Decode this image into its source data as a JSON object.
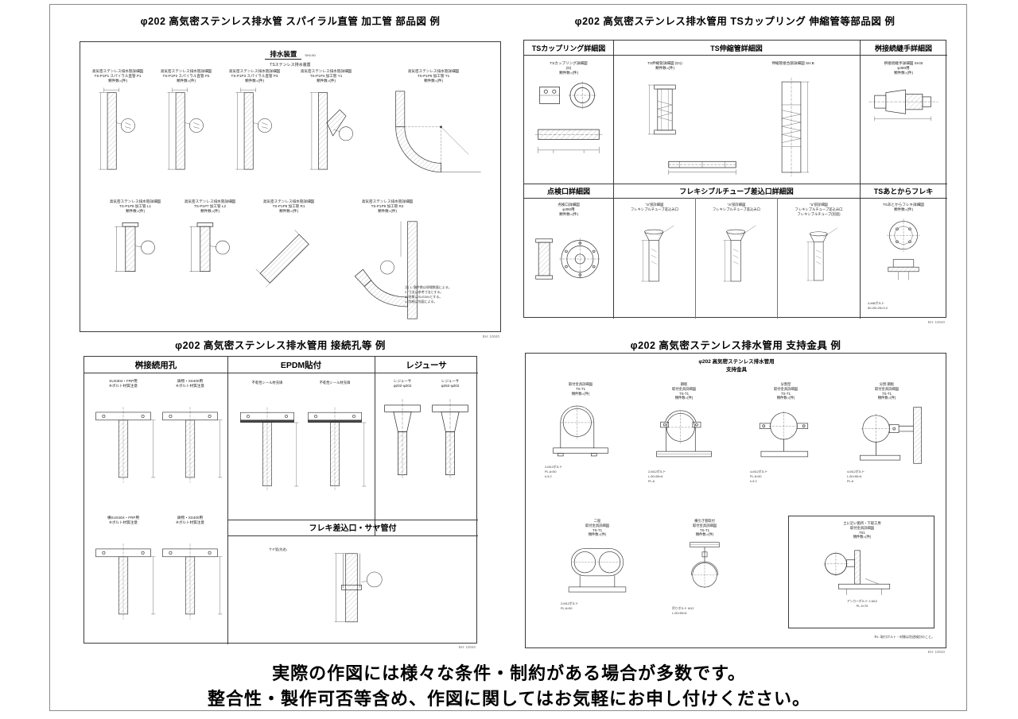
{
  "footer": {
    "line1": "実際の作図には様々な条件・制約がある場合が多数です。",
    "line2": "整合性・製作可否等含め、作図に関してはお気軽にお申し付けください。"
  },
  "top_left": {
    "title": "φ202 高気密ステンレス排水管 スパイラル直管 加工管 部品図 例",
    "inner_title": "排水装置",
    "inner_scale": "SH1:50",
    "inner_sub": "TSステンレス排水装置",
    "sheet_no": "BH: 10040",
    "figs_row1": [
      {
        "label": "高気密ステンレス排水管詳細図\nTS-P1P1  スパイラル直管 P1\n類件数=(件)"
      },
      {
        "label": "高気密ステンレス排水管詳細図\nTS-P1P2  スパイラル直管 P2\n類件数=(件)"
      },
      {
        "label": "高気密ステンレス排水管詳細図\nTS-P1P3  スパイラル直管 P3\n類件数=(件)"
      },
      {
        "label": "高気密ステンレス排水管詳細図\nTS-P1P4  加工管 Y1\n類件数=(件)"
      },
      {
        "label": "高気密ステンレス排水管詳細図\nTS-P1P5  加工管 T1\n類件数=(件)"
      }
    ],
    "figs_row2": [
      {
        "label": "高気密ステンレス排水管詳細図\nTS-P1P6  加工管 L1\n類件数=(件)"
      },
      {
        "label": "高気密ステンレス排水管詳細図\nTS-P1P7  加工管 L2\n類件数=(件)"
      },
      {
        "label": "高気密ステンレス排水管詳細図\nTS-P1P8  加工管 R1\n類件数=(件)"
      },
      {
        "label": "高気密ステンレス排水管詳細図\nTS-P1P9  加工管 R2\n類件数=(件)"
      }
    ],
    "notes": "注) 1. 類件数は現場数量による。\n2. 寸法は参考寸法とする。\n3. 材質はSUS304とする。\n4. 詳細は別図による。"
  },
  "top_right": {
    "title": "φ202 高気密ステンレス排水管用 TSカップリング 伸縮管等部品図 例",
    "sheet_no": "BH: 10040",
    "headers_row1": [
      "TSカップリング詳細図",
      "TS伸縮管詳細図",
      "桝接続継手詳細図"
    ],
    "headers_row2": [
      "点検口詳細図",
      "フレキシブルチューブ差込口詳細図",
      "TSあとからフレキ"
    ],
    "coupling_label": "TSカップリング詳細図\n(D)\n類件数=(件)",
    "expansion_a_label": "TS伸縮管詳細図 (D1)\n類件数=(件)",
    "expansion_b_label": "伸縮管接合部詳細図  SH:B",
    "masu_joint_label": "桝接続継手詳細図  SH:B\nφ390用\n類件数=(件)",
    "inspection_label": "点検口詳細図\nφ390用\n類件数=(件)",
    "flex_cells": [
      {
        "label": "\"a\"部詳細図\nフレキシブルチューブ差込み口"
      },
      {
        "label": "\"a\"部詳細図\nフレキシブルチューブ差込み口"
      },
      {
        "label": "\"a\"部詳細図\nフレキシブルチューブ差込み口\nフレキシブルチューブ(別途)"
      }
    ],
    "flex_after_label": "TSあとからフレキ詳細図\n類件数=(件)",
    "flex_after_sub": "4-M8ボルト\n50-25×25×3.2"
  },
  "bottom_left": {
    "title": "φ202 高気密ステンレス排水管用 接続孔等 例",
    "sheet_no": "BH: 10040",
    "headers": [
      "桝接続用孔",
      "EPDM貼付",
      "レジューサ"
    ],
    "band_header": "フレキ差込口・サヤ管付",
    "band_note": "サヤ管(別途)",
    "masu_figs": [
      {
        "label": "SUS304・FRP用\n※ボルト材質注意"
      },
      {
        "label": "鋳物・SS400用\n※ボルト材質注意"
      },
      {
        "label": "横SUS304・FRP用\n※ボルト材質注意"
      },
      {
        "label": "鋳物・SS400用\n※ボルト材質注意"
      }
    ],
    "epdm_figs": [
      {
        "label": "不乾性シール材充填"
      },
      {
        "label": "不乾性シール材充填"
      }
    ],
    "reducer_figs": [
      {
        "label": "レジューサ\nφ202-φ202"
      },
      {
        "label": "レジューサ\nφ252-φ202"
      }
    ]
  },
  "bottom_right": {
    "title": "φ202 高気密ステンレス排水管用 支持金具 例",
    "inner_title": "φ202 高気密ステンレス排水管用\n支持金具",
    "sheet_no": "BH: 10040",
    "groups": [
      {
        "label": "取付金具詳細図\nTS-T1\n類件数=(件)",
        "specs": "2-M12ボルト\nPL-6×50\nt=3.2"
      },
      {
        "label": "鋼板\n取付金具詳細図\nTS-T1\n類件数=(件)",
        "specs": "2-M12ボルト\nL-50×50×6\nPL-6"
      },
      {
        "label": "分割型\n取付金具詳細図\nTS-T1\n類件数=(件)",
        "specs": "4-M12ボルト\nPL-6×50\nt=3.2"
      },
      {
        "label": "分割 鋼板\n取付金具詳細図\nTS-T1\n類件数=(件)",
        "specs": "4-M12ボルト\nL-50×50×6\nPL-6"
      }
    ],
    "group_double": {
      "label": "二股\n取付金具詳細図\nTS-T1\n類件数=(件)",
      "specs": "2-M12ボルト\nPL-6×50"
    },
    "group_hang": {
      "label": "横引き管取付\n取付金具詳細図\nTS-T1\n類件数=(件)",
      "specs": "吊りボルト M12\nL-50×50×6"
    },
    "inner_box": {
      "label": "土に近い箇所・下取工用\n取付金具詳細図\nT01\n類件数=(件)",
      "specs": "アンカーボルト 2-M12\nPL-9×75"
    },
    "note": "※1: 取付ボルト・材質は別途検討のこと。"
  }
}
